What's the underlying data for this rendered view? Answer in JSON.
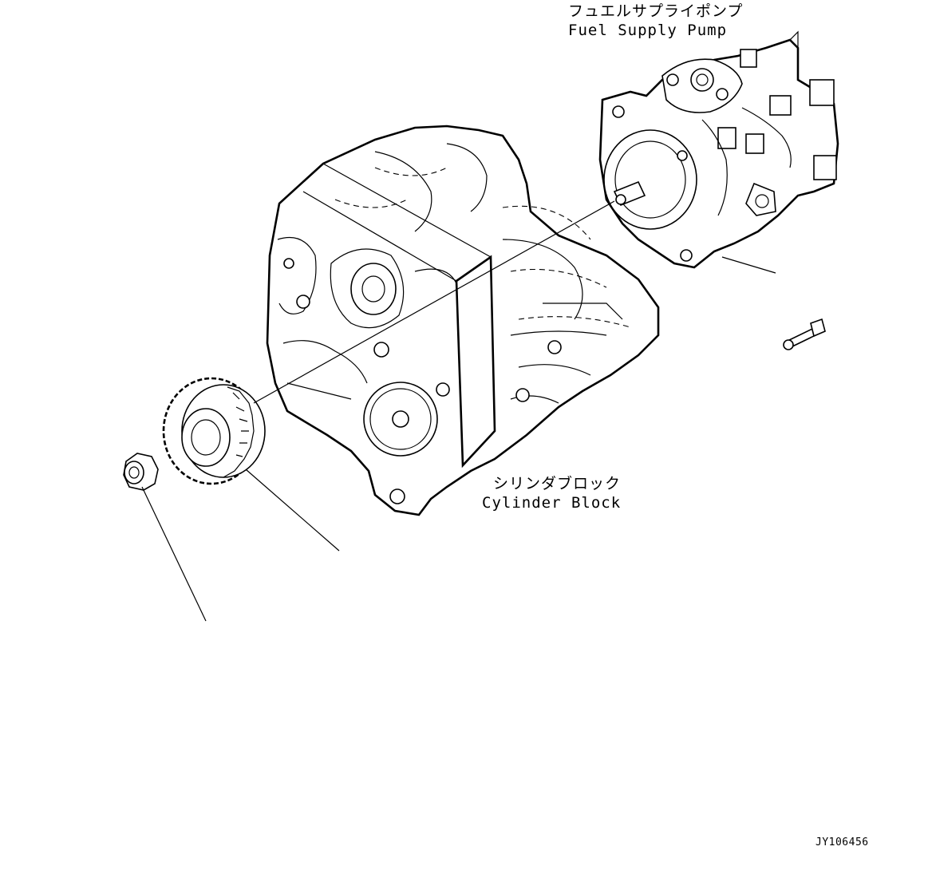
{
  "labels": {
    "fuel_supply_pump_jp": "フュエルサプライポンプ",
    "fuel_supply_pump_en": "Fuel Supply Pump",
    "cylinder_block_jp": "シリンダブロック",
    "cylinder_block_en": "Cylinder Block",
    "drawing_code": "JY106456"
  }
}
